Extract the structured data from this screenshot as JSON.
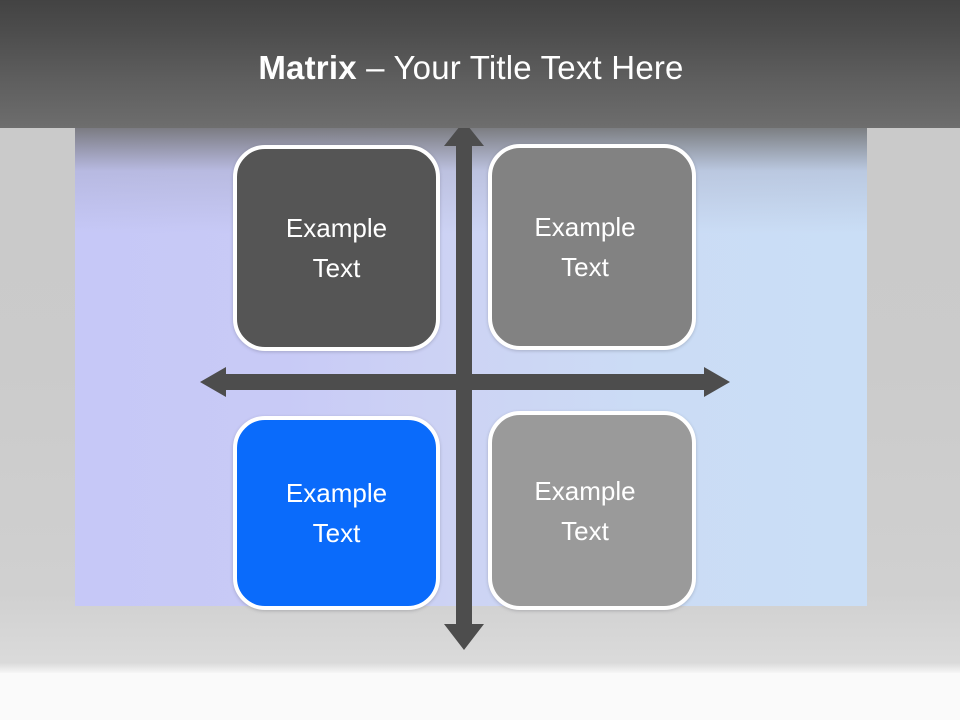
{
  "slide": {
    "title": {
      "strong": "Matrix",
      "rest": " – Your Title Text Here",
      "full": "Matrix – Your Title Text Here"
    },
    "theme": {
      "header_gradient_top": "#434343",
      "header_gradient_bottom": "#6e6e6e",
      "panel_gradient_left": "#c6c8f7",
      "panel_gradient_right": "#cadef6",
      "backdrop": "#cbcbcb",
      "axis_color": "#4d4d4d",
      "box_border": "#ffffff",
      "accent_blue": "#0a6bfb",
      "text_color": "#ffffff"
    }
  },
  "matrix": {
    "axes": {
      "vertical_icon": "double-arrow-vertical-icon",
      "horizontal_icon": "double-arrow-horizontal-icon"
    },
    "quadrants": [
      {
        "id": "top-left",
        "label": "Example\nText",
        "fill": "#555555"
      },
      {
        "id": "top-right",
        "label": "Example\nText",
        "fill": "#828282"
      },
      {
        "id": "bottom-left",
        "label": "Example\nText",
        "fill": "#0a6bfb"
      },
      {
        "id": "bottom-right",
        "label": "Example\nText",
        "fill": "#9a9a9a"
      }
    ]
  }
}
